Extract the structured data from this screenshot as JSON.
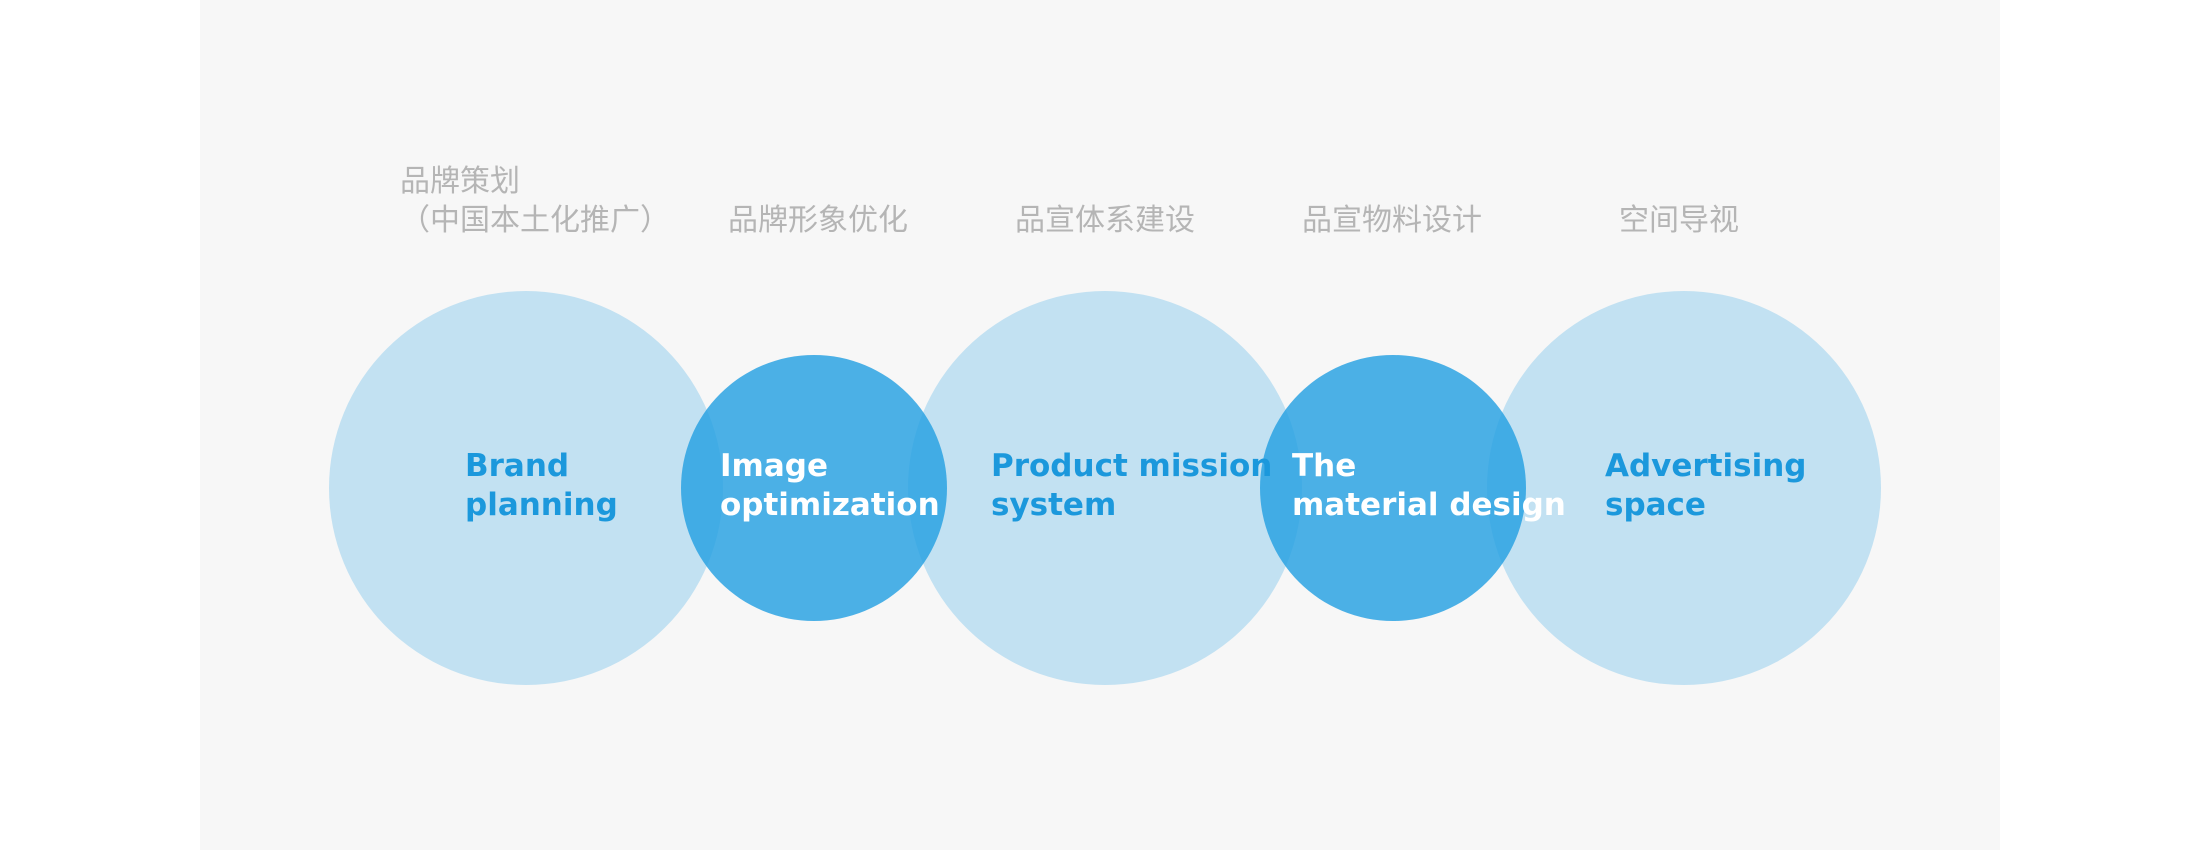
{
  "stages": [
    {
      "zh_lines": [
        "品牌策划",
        "（中国本土化推广）"
      ],
      "en_lines": [
        "Brand",
        "planning"
      ],
      "size": "large"
    },
    {
      "zh_lines": [
        "品牌形象优化"
      ],
      "en_lines": [
        "Image",
        "optimization"
      ],
      "size": "small"
    },
    {
      "zh_lines": [
        "品宣体系建设"
      ],
      "en_lines": [
        "Product mission",
        "system"
      ],
      "size": "large"
    },
    {
      "zh_lines": [
        "品宣物料设计"
      ],
      "en_lines": [
        "The",
        "material design"
      ],
      "size": "small"
    },
    {
      "zh_lines": [
        "空间导视"
      ],
      "en_lines": [
        "Advertising",
        "space"
      ],
      "size": "large"
    }
  ],
  "colors": {
    "background": "#f7f7f7",
    "large_circle": "#b0daf0",
    "small_circle": "#24a0e2",
    "label_on_large": "#1b98dc",
    "label_on_small": "#ffffff",
    "chinese_label": "#b5b5b5"
  }
}
